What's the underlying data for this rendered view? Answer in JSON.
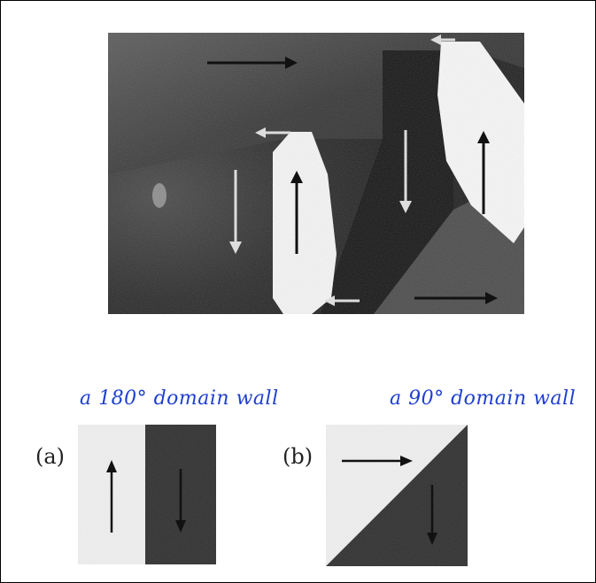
{
  "annotations": {
    "left_caption": "a 180° domain wall",
    "right_caption": "a 90° domain wall"
  },
  "panels": {
    "a_label": "(a)",
    "b_label": "(b)"
  },
  "colors": {
    "handwriting": "#1f3fd0",
    "dark_domain": "#2b2b2b",
    "light_domain": "#f4f4f4"
  },
  "icons": [
    "arrow-right-icon",
    "arrow-left-icon",
    "arrow-up-icon",
    "arrow-down-icon"
  ]
}
